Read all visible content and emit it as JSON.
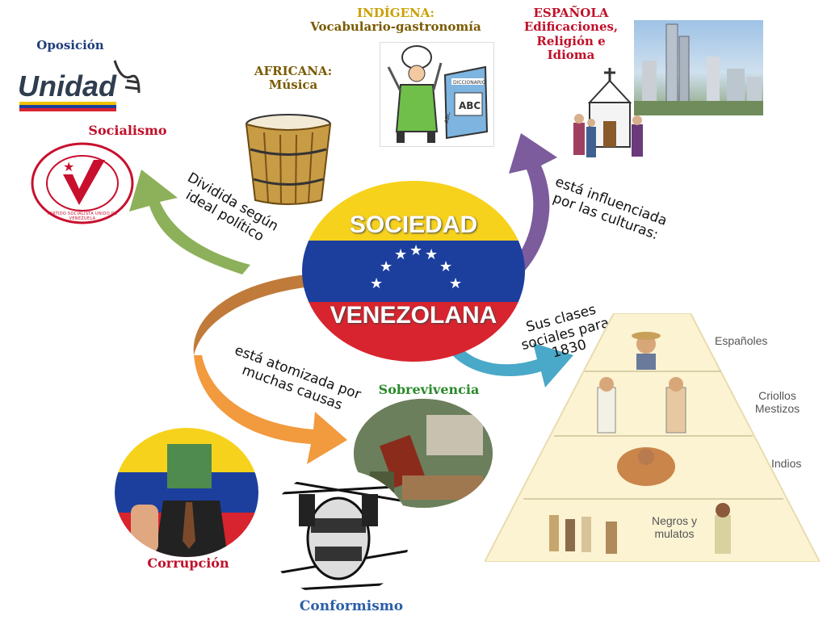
{
  "center": {
    "line1": "SOCIEDAD",
    "line2": "VENEZOLANA"
  },
  "flag": {
    "yellow": "#f7d21c",
    "blue": "#1c3f9e",
    "red": "#d8242e"
  },
  "connectors": {
    "political": "Dividida según ideal político",
    "cultures": "está influenciada por las culturas:",
    "classes": "Sus clases sociales para 1830",
    "causes": "está atomizada por muchas causas"
  },
  "cultures": {
    "indigena": {
      "title": "INDÍGENA:",
      "desc": "Vocabulario-gastronomía"
    },
    "africana": {
      "title": "AFRICANA:",
      "desc": "Música"
    },
    "espanola": {
      "title": "ESPAÑOLA",
      "desc": "Edificaciones, Religión e Idioma"
    }
  },
  "politics": {
    "oposicion": "Oposición",
    "unidad_logo": "Unidad",
    "socialismo": "Socialismo",
    "psuv_ring": "PARTIDO SOCIALISTA UNIDO DE VENEZUELA"
  },
  "causes": {
    "sobrevivencia": "Sobrevivencia",
    "corrupcion": "Corrupción",
    "conformismo": "Conformismo"
  },
  "pyramid": {
    "levels": [
      "Españoles",
      "Criollos Mestizos",
      "Indios",
      "Negros y mulatos"
    ]
  },
  "dictionary": {
    "top": "DICCIONARIO",
    "side": "ABC",
    "front": "ABC"
  },
  "arrows": {
    "green": "#8db05a",
    "purple": "#7c5c9c",
    "teal": "#4aa8c8",
    "orange": "#f29a3e",
    "brown": "#c07a3a"
  }
}
